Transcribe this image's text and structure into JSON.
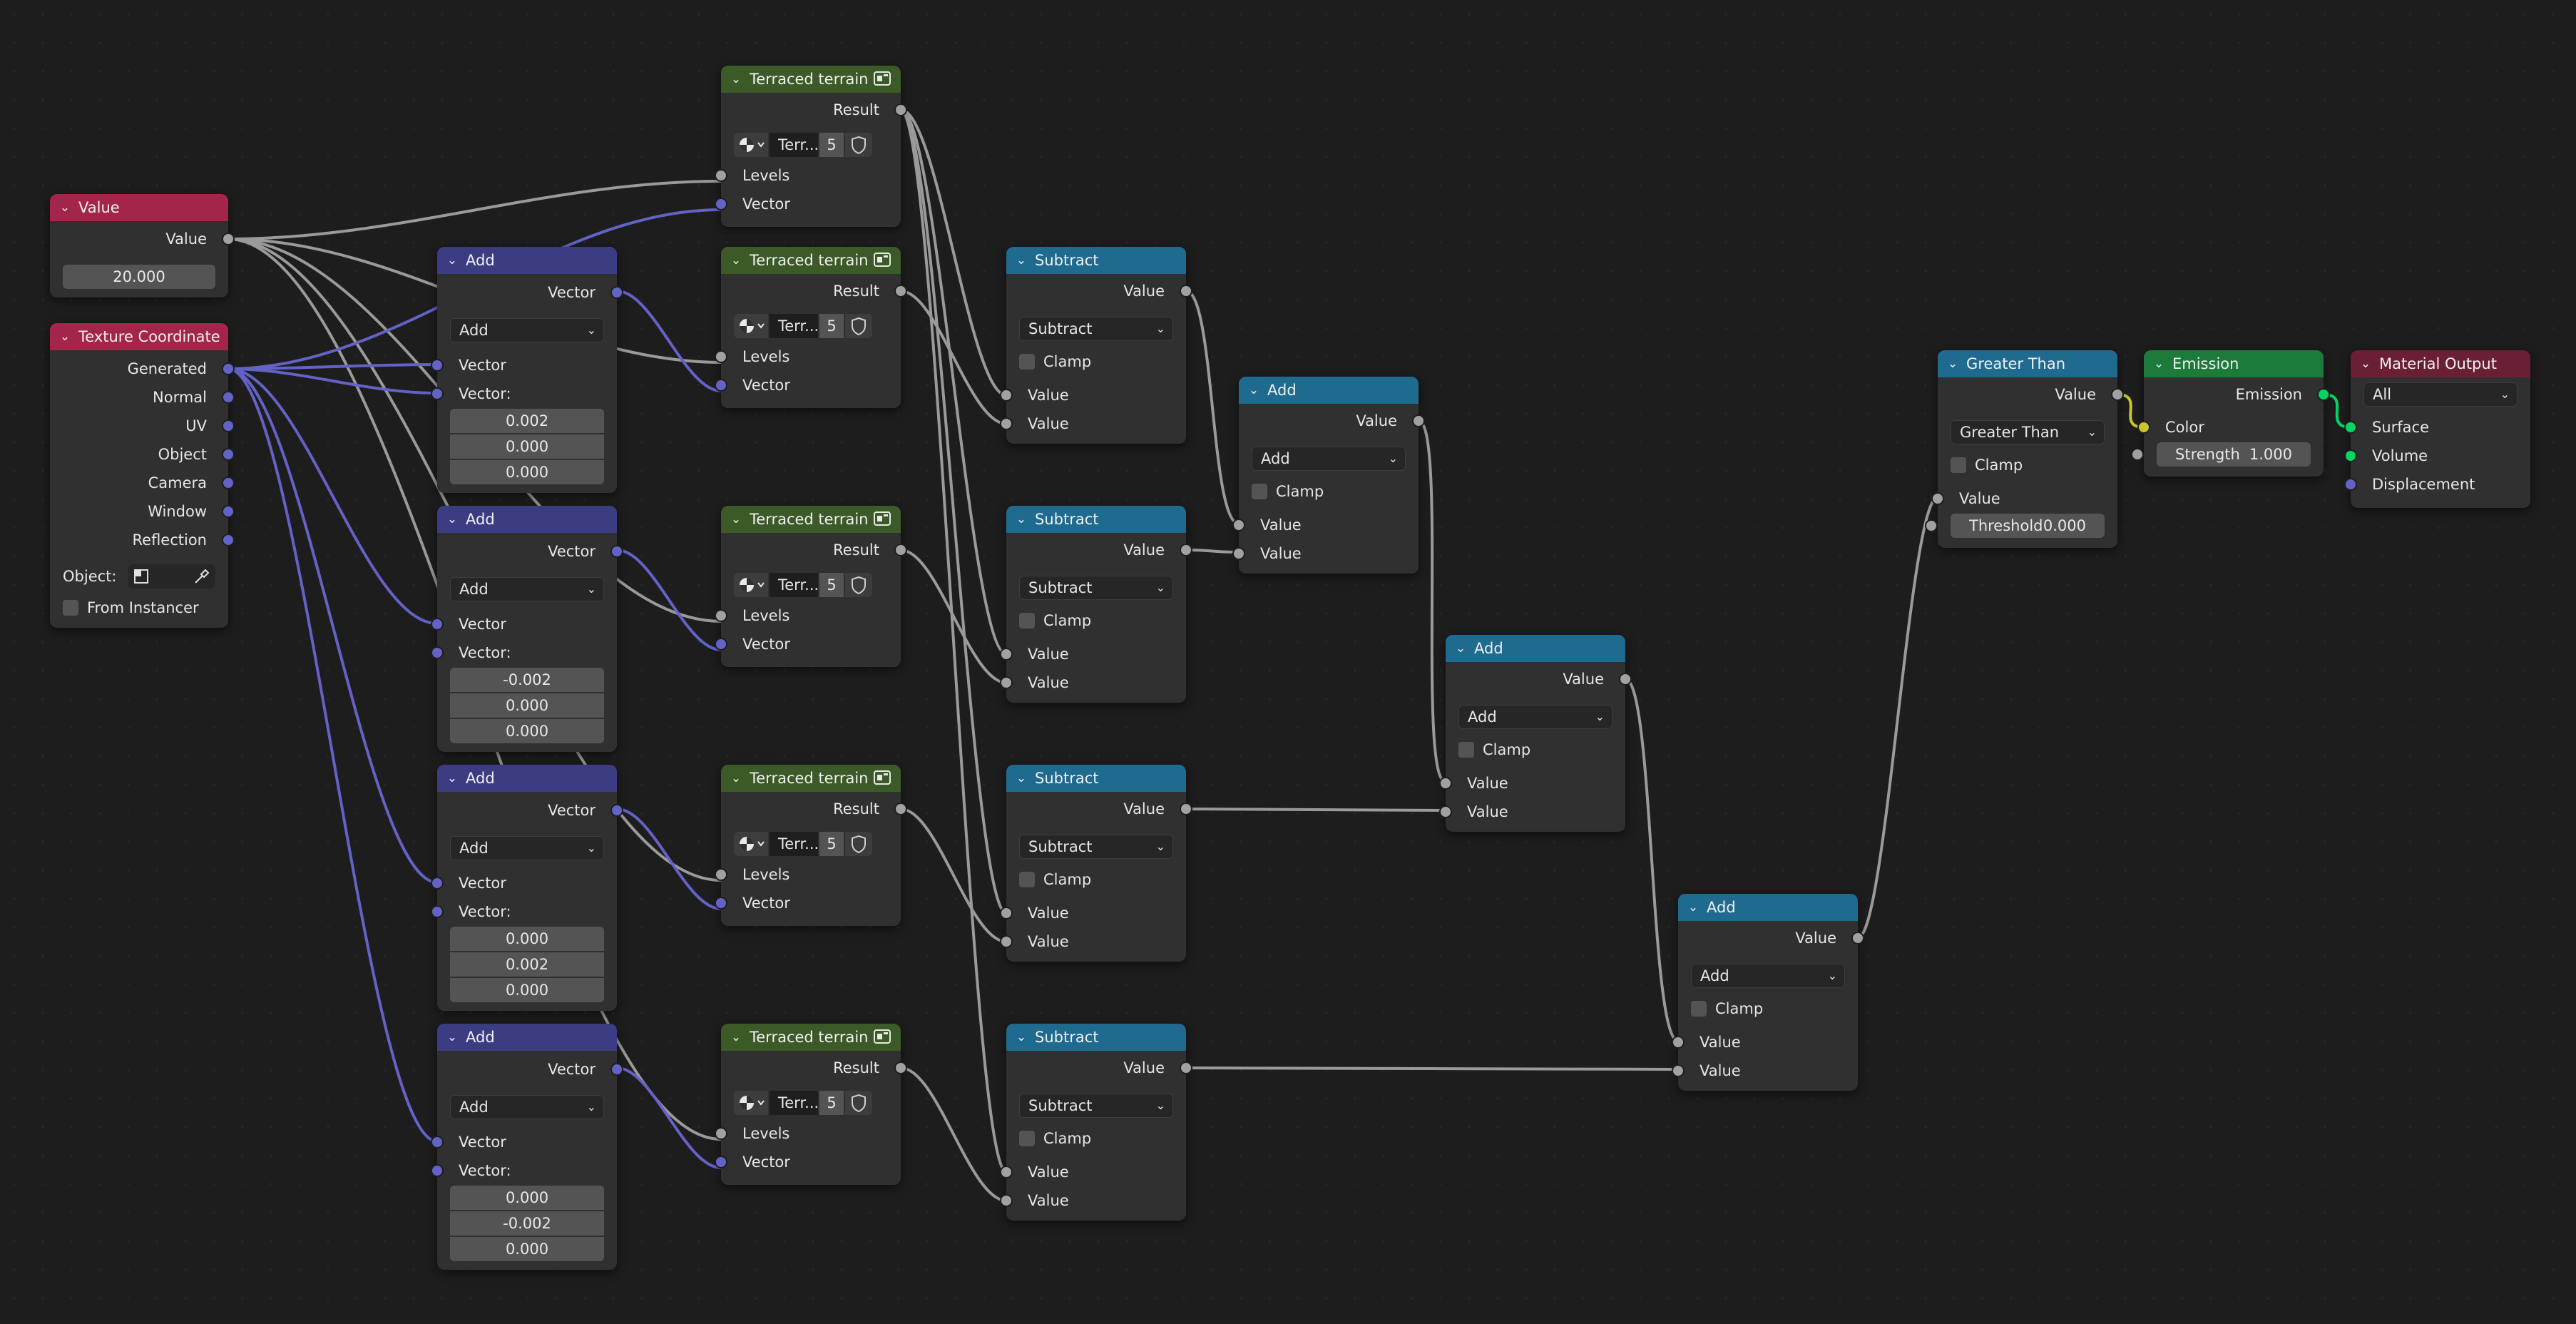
{
  "nodes": {
    "value": {
      "title": "Value",
      "out": "Value",
      "field": "20.000"
    },
    "texcoord": {
      "title": "Texture Coordinate",
      "outputs": [
        "Generated",
        "Normal",
        "UV",
        "Object",
        "Camera",
        "Window",
        "Reflection"
      ],
      "object_label": "Object:",
      "from_instancer": "From Instancer"
    },
    "vadd1": {
      "title": "Add",
      "out": "Vector",
      "op": "Add",
      "in1": "Vector",
      "in2": "Vector:",
      "vals": [
        "0.002",
        "0.000",
        "0.000"
      ]
    },
    "vadd2": {
      "title": "Add",
      "out": "Vector",
      "op": "Add",
      "in1": "Vector",
      "in2": "Vector:",
      "vals": [
        "-0.002",
        "0.000",
        "0.000"
      ]
    },
    "vadd3": {
      "title": "Add",
      "out": "Vector",
      "op": "Add",
      "in1": "Vector",
      "in2": "Vector:",
      "vals": [
        "0.000",
        "0.002",
        "0.000"
      ]
    },
    "vadd4": {
      "title": "Add",
      "out": "Vector",
      "op": "Add",
      "in1": "Vector",
      "in2": "Vector:",
      "vals": [
        "0.000",
        "-0.002",
        "0.000"
      ]
    },
    "terrain": {
      "title": "Terraced terrain",
      "out": "Result",
      "name": "Terr...",
      "count": "5",
      "in1": "Levels",
      "in2": "Vector"
    },
    "subtract": {
      "title": "Subtract",
      "out": "Value",
      "op": "Subtract",
      "clamp": "Clamp",
      "in1": "Value",
      "in2": "Value"
    },
    "add": {
      "title": "Add",
      "out": "Value",
      "op": "Add",
      "clamp": "Clamp",
      "in1": "Value",
      "in2": "Value"
    },
    "greater": {
      "title": "Greater Than",
      "out": "Value",
      "op": "Greater Than",
      "clamp": "Clamp",
      "in1": "Value",
      "threshold_label": "Threshold",
      "threshold_value": "0.000"
    },
    "emission": {
      "title": "Emission",
      "out": "Emission",
      "in1": "Color",
      "strength_label": "Strength",
      "strength_value": "1.000"
    },
    "output": {
      "title": "Material Output",
      "target": "All",
      "in1": "Surface",
      "in2": "Volume",
      "in3": "Displacement"
    }
  },
  "colors": {
    "background": "#1d1d1d",
    "node_body": "#303030",
    "header_input": "#a3264a",
    "header_group": "#3b5a27",
    "header_converter": "#1f6a8f",
    "header_vector": "#3c3c83",
    "header_shader": "#1c7a3a",
    "header_output": "#6b1f33",
    "socket_float": "#a1a1a1",
    "socket_vector": "#6363c7",
    "socket_color": "#c7c729",
    "socket_shader": "#00d661"
  }
}
